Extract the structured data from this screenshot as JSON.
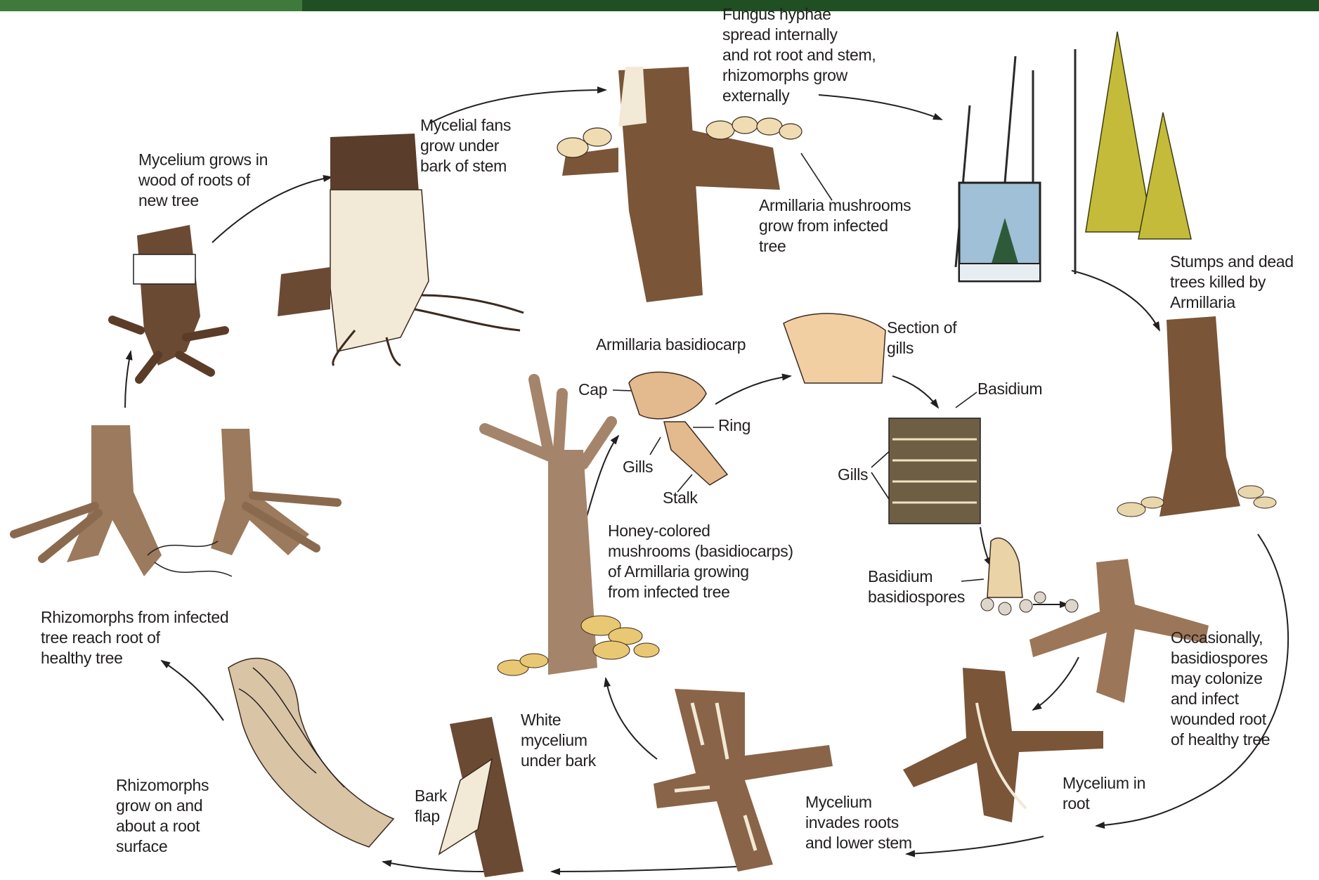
{
  "labels": {
    "fungus_hyphae": "Fungus hyphae\nspread internally\nand rot root and stem,\nrhizomorphs grow\nexternally",
    "mycelial_fans": "Mycelial fans\ngrow under\nbark of stem",
    "mycelium_grows": "Mycelium grows in\nwood of roots of\nnew tree",
    "armillaria_mushrooms": "Armillaria mushrooms\ngrow from infected\ntree",
    "stumps_dead": "Stumps and dead\ntrees killed by\nArmillaria",
    "section_gills": "Section of\ngills",
    "armillaria_basidiocarp": "Armillaria basidiocarp",
    "cap": "Cap",
    "ring": "Ring",
    "gills_mushroom": "Gills",
    "stalk": "Stalk",
    "basidium_top": "Basidium",
    "gills_section": "Gills",
    "honey_colored": "Honey-colored\nmushrooms (basidiocarps)\nof Armillaria growing\nfrom infected tree",
    "basidium_spores": "Basidium\nbasidiospores",
    "rhizomorphs_infected": "Rhizomorphs from infected\ntree reach root of\nhealthy tree",
    "occasionally": "Occasionally,\nbasidiospores\nmay colonize\nand infect\nwounded root\nof healthy tree",
    "white_mycelium": "White\nmycelium\nunder bark",
    "bark_flap": "Bark\nflap",
    "rhizomorphs_grow": "Rhizomorphs\ngrow on and\nabout a root\nsurface",
    "mycelium_invades": "Mycelium\ninvades roots\nand lower stem",
    "mycelium_root": "Mycelium in\nroot"
  }
}
